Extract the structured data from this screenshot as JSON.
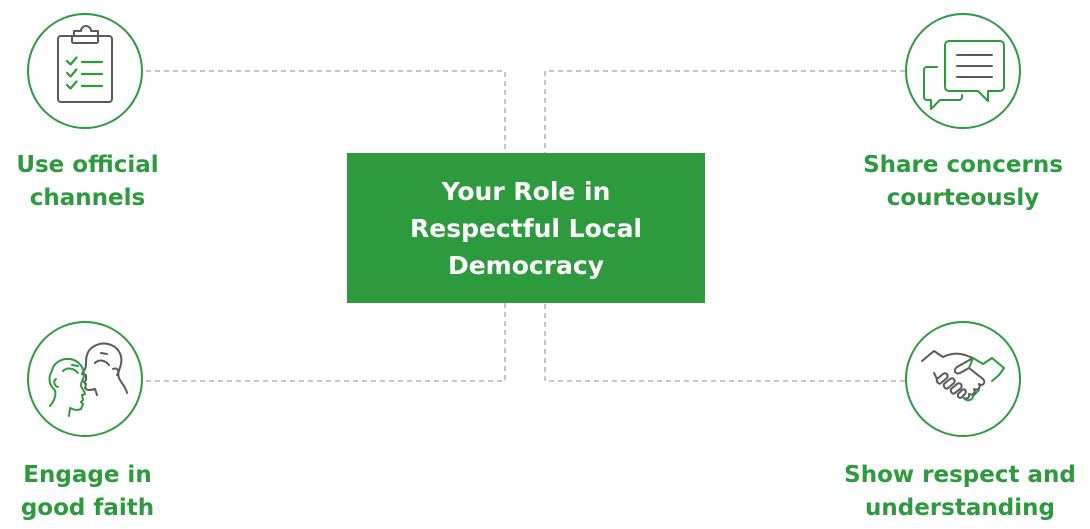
{
  "center": {
    "lines": [
      "Your Role in",
      "Respectful Local",
      "Democracy"
    ]
  },
  "items": [
    {
      "icon": "clipboard-checklist-icon",
      "lines": [
        "Use official",
        "channels"
      ]
    },
    {
      "icon": "speech-bubbles-icon",
      "lines": [
        "Share concerns",
        "courteously"
      ]
    },
    {
      "icon": "two-faces-icon",
      "lines": [
        "Engage in",
        "good faith"
      ]
    },
    {
      "icon": "handshake-icon",
      "lines": [
        "Show respect and",
        "understanding"
      ]
    }
  ],
  "colors": {
    "accent": "#2e9a3e",
    "connector": "#a8a8a8",
    "icon_stroke": "#5a5a5a",
    "background": "#ffffff"
  }
}
